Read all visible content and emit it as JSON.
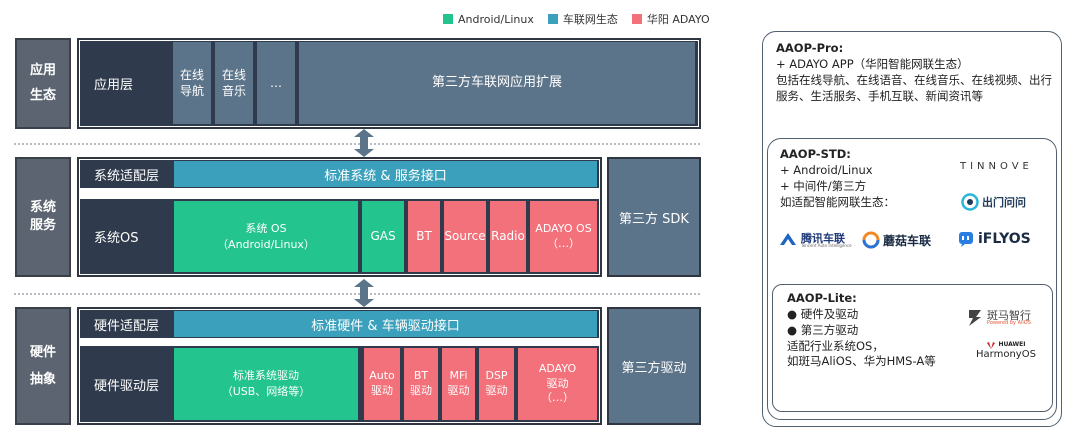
{
  "legend": [
    {
      "label": "Android/Linux",
      "color": "#23c48e"
    },
    {
      "label": "车联网生态",
      "color": "#3aa0bb"
    },
    {
      "label": "华阳 ADAYO",
      "color": "#f2717a"
    }
  ],
  "app_layer": {
    "side_label_line1": "应用",
    "side_label_line2": "生态",
    "name": "应用层",
    "modules": [
      "在线\n导航",
      "在线\n音乐",
      "…"
    ],
    "third_party": "第三方车联网应用扩展"
  },
  "system_layer": {
    "side_label_line1": "系统",
    "side_label_line2": "服务",
    "adapt_name": "系统适配层",
    "adapt_interface": "标准系统 & 服务接口",
    "os_name": "系统OS",
    "os_main": "系统 OS\n（Android/Linux）",
    "gas": "GAS",
    "modules": [
      "BT",
      "Source",
      "Radio",
      "ADAYO OS\n（…）"
    ],
    "sdk": "第三方 SDK"
  },
  "hardware_layer": {
    "side_label_line1": "硬件",
    "side_label_line2": "抽象",
    "adapt_name": "硬件适配层",
    "adapt_interface": "标准硬件 & 车辆驱动接口",
    "driver_name": "硬件驱动层",
    "driver_main": "标准系统驱动\n（USB、网络等）",
    "modules": [
      "Auto\n驱动",
      "BT\n驱动",
      "MFi\n驱动",
      "DSP\n驱动",
      "ADAYO\n驱动\n（…）"
    ],
    "third_party": "第三方驱动"
  },
  "right_panel": {
    "pro_title": "AAOP-Pro:",
    "pro_line1": "+  ADAYO APP（华阳智能网联生态）",
    "pro_line2": "包括在线导航、在线语音、在线音乐、在线视频、出行服务、生活服务、手机互联、新闻资讯等",
    "std_title": "AAOP-STD:",
    "std_line1": "+  Android/Linux",
    "std_line2": "+  中间件/第三方",
    "std_line3": "如适配智能网联生态：",
    "lite_title": "AAOP-Lite:",
    "lite_line1": "●    硬件及驱动",
    "lite_line2": "●    第三方驱动",
    "lite_line3": "适配行业系统OS，",
    "lite_line4": "如斑马AliOS、华为HMS-A等"
  },
  "logos": {
    "tinnove": "TINNOVE",
    "chumen": "出门问问",
    "tencent": "腾讯车联",
    "tencent_sub": "Tencent Auto Intelligence",
    "mogu": "蘑菇车联",
    "iflyos": "iFLYOS",
    "banma": "斑马智行",
    "banma_sub": "Powered by AliOS",
    "huawei": "HUAWEI",
    "harmony": "HarmonyOS"
  }
}
